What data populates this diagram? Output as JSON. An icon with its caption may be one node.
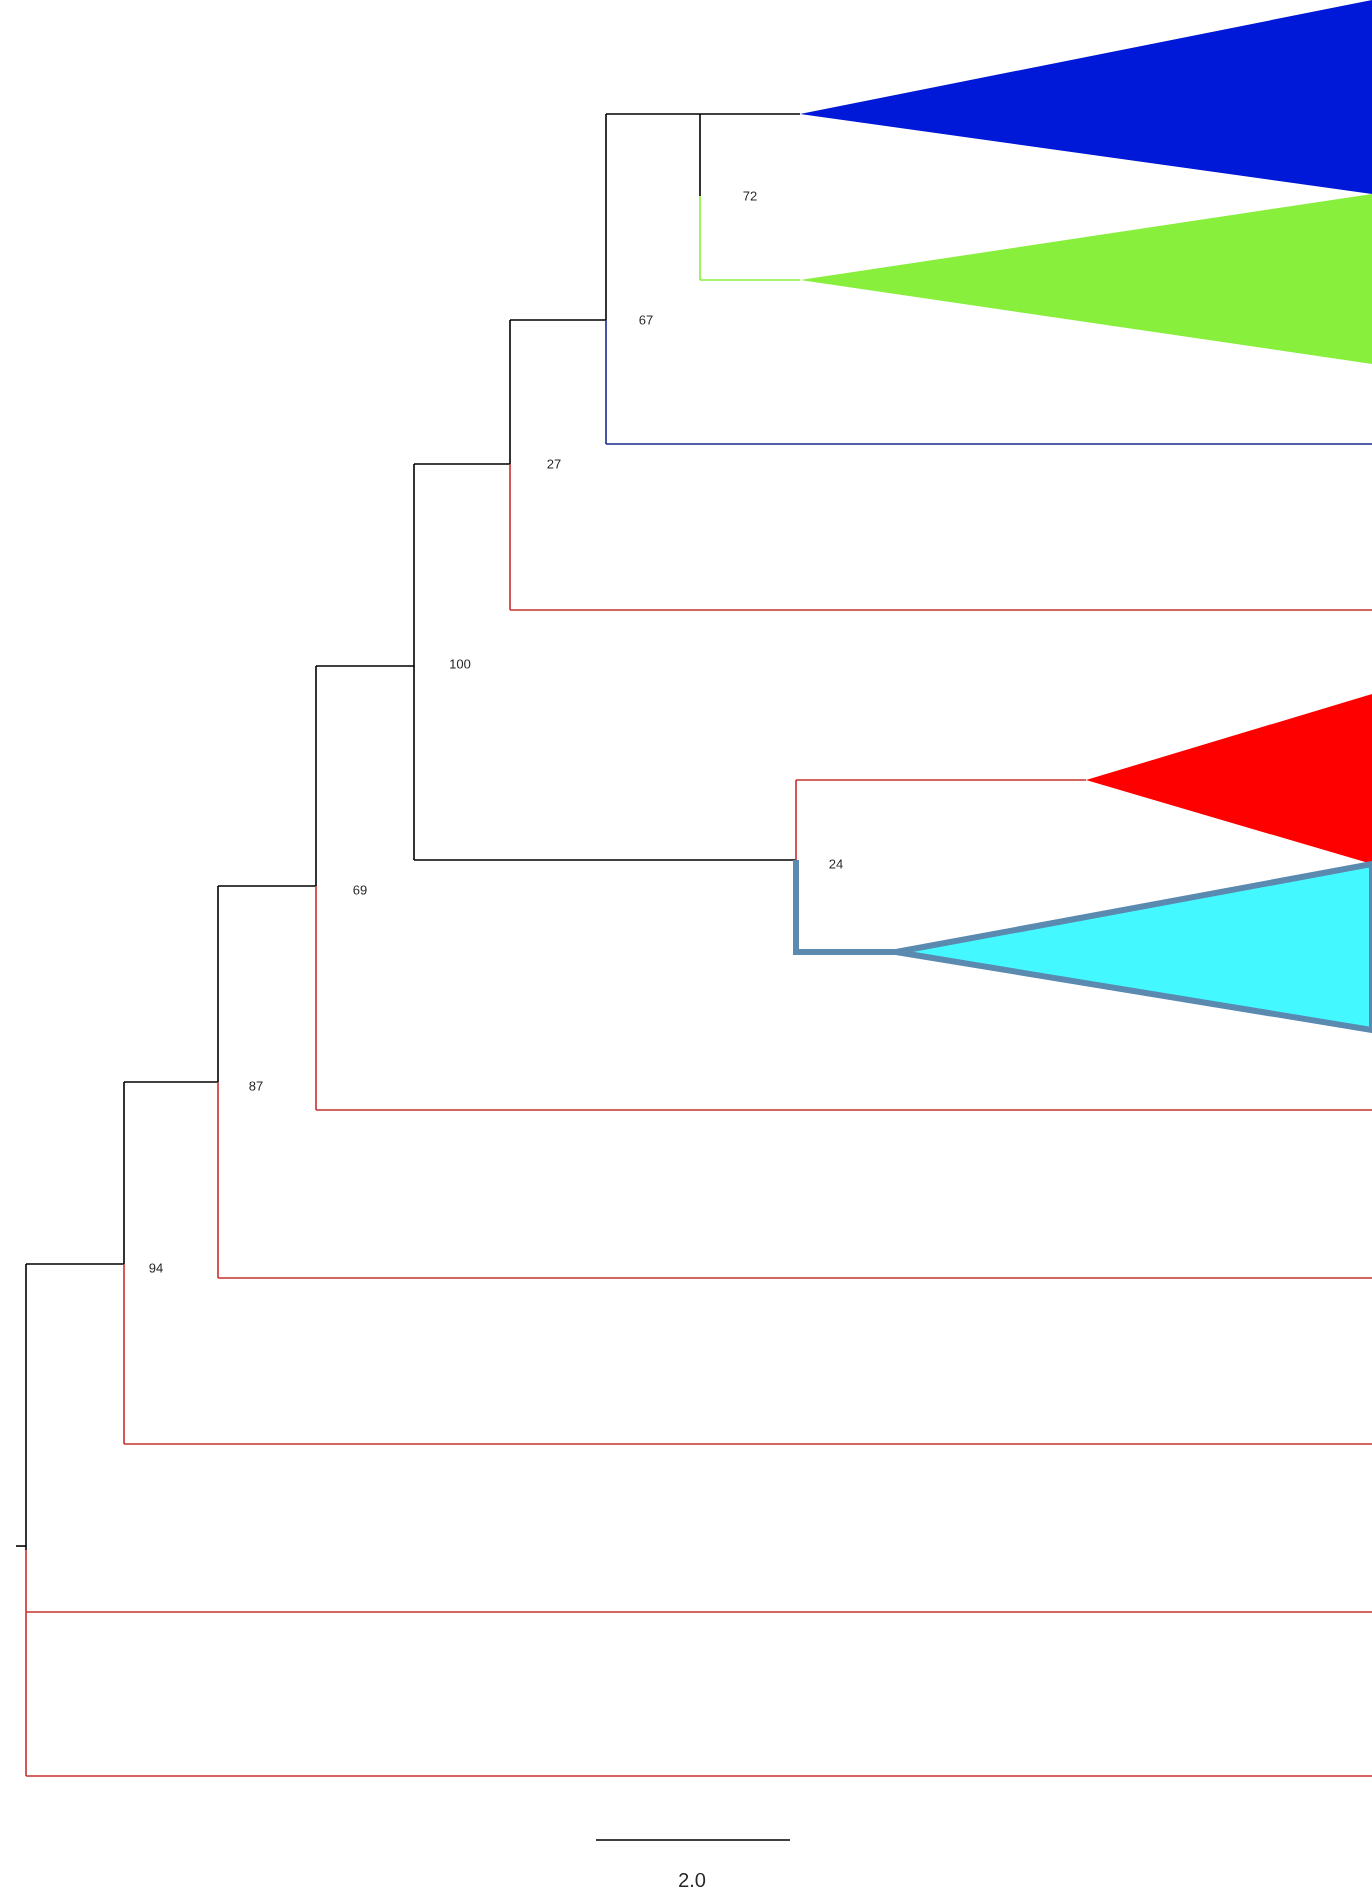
{
  "diagram": {
    "labels": [
      "72",
      "67",
      "27",
      "100",
      "24",
      "69",
      "87",
      "94",
      "2.0"
    ]
  }
}
